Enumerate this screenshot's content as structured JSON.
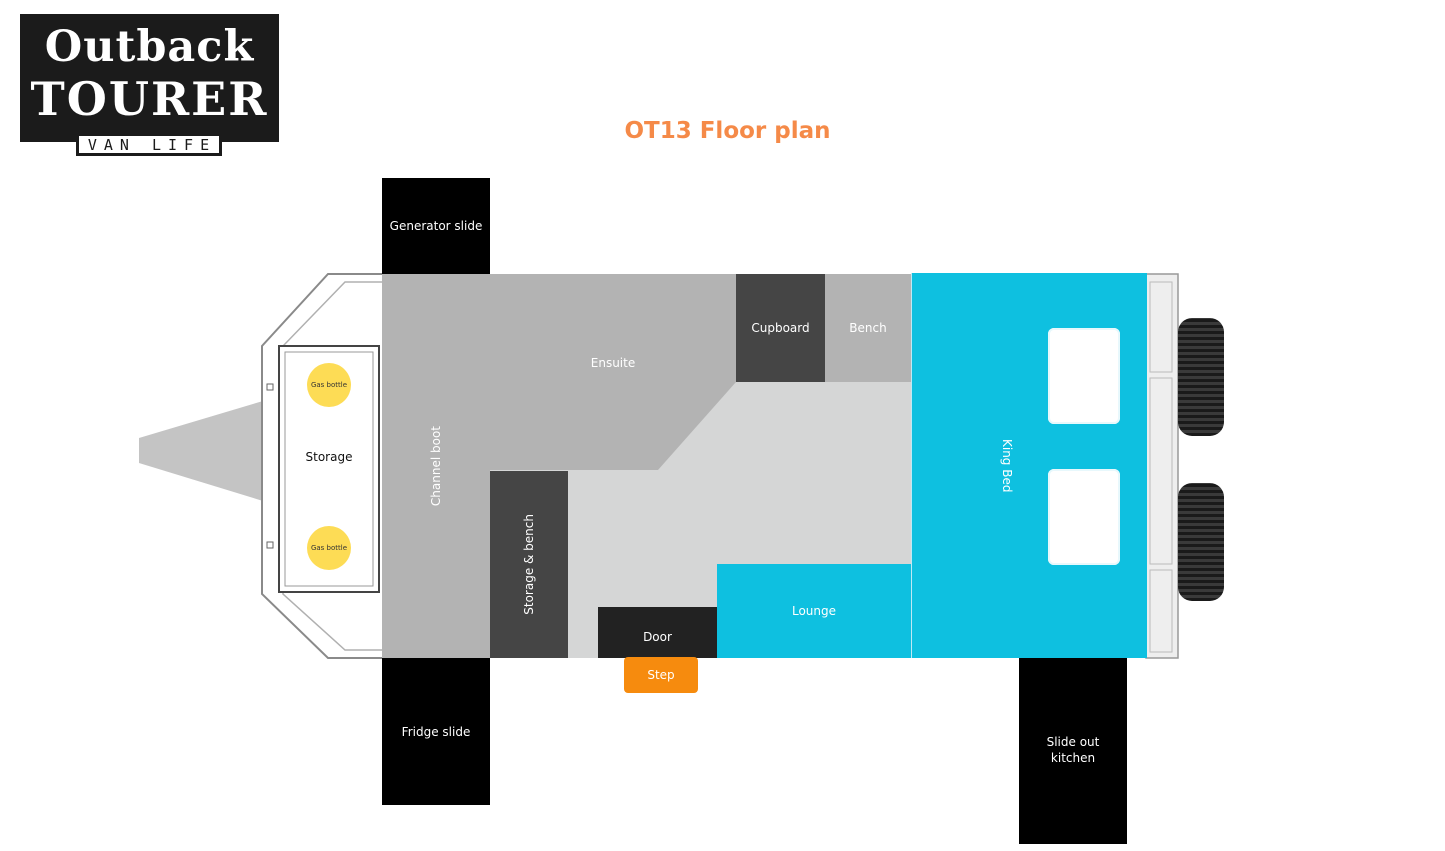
{
  "logo": {
    "line1": "Outback",
    "line2": "TOURER",
    "tagline": "VAN LIFE"
  },
  "title": "OT13 Floor plan",
  "zones": {
    "generator_slide": "Generator slide",
    "fridge_slide": "Fridge slide",
    "slide_out_kitchen": "Slide out kitchen",
    "channel_boot": "Channel boot",
    "ensuite": "Ensuite",
    "cupboard": "Cupboard",
    "bench": "Bench",
    "storage_bench": "Storage & bench",
    "door": "Door",
    "step": "Step",
    "lounge": "Lounge",
    "king_bed": "King Bed",
    "storage": "Storage",
    "gas_bottle_top": "Gas bottle",
    "gas_bottle_bottom": "Gas bottle"
  },
  "colors": {
    "title": "#f58a48",
    "bed_lounge": "#0ec0e0",
    "step": "#f68b0e",
    "gas_bottle": "#fddc55"
  }
}
